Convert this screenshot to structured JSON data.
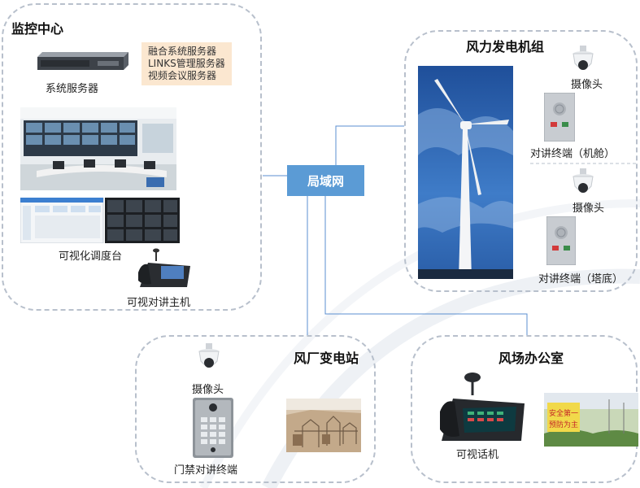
{
  "zones": {
    "monitoring_center": "监控中心",
    "wind_turbine": "风力发电机组",
    "substation": "风厂变电站",
    "office": "风场办公室"
  },
  "network": {
    "lan": "局域网"
  },
  "monitoring": {
    "server_label": "系统服务器",
    "services": [
      "融合系统服务器",
      "LINKS管理服务器",
      "视频会议服务器"
    ],
    "dispatch_label": "可视化调度台",
    "host_label": "可视对讲主机"
  },
  "turbine": {
    "camera_top": "摄像头",
    "intercom_nacelle": "对讲终端（机舱）",
    "camera_bottom": "摄像头",
    "intercom_tower": "对讲终端（塔底）"
  },
  "substation": {
    "camera": "摄像头",
    "door_intercom": "门禁对讲终端"
  },
  "office": {
    "video_phone": "可视话机",
    "sign_line1": "安全第一",
    "sign_line2": "预防为主"
  },
  "colors": {
    "lan_box": "#5b9bd5",
    "line": "#5b8fd0",
    "zone_border": "#b8c0cc"
  }
}
